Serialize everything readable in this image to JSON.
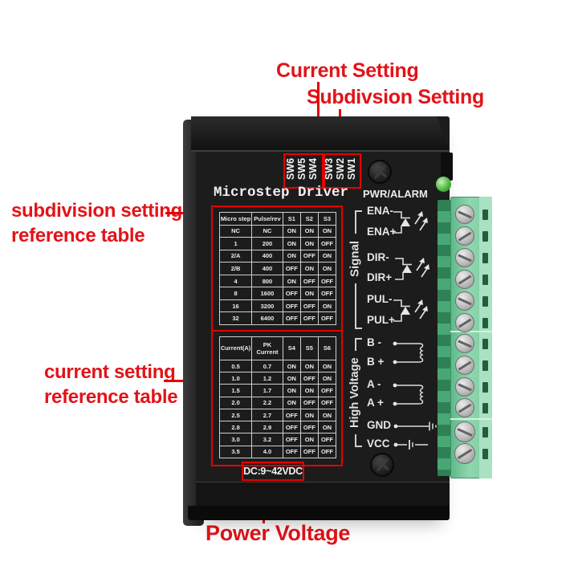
{
  "colors": {
    "annotation_red": "#e21319",
    "highlight_red": "#e60000",
    "led_green": "#46b13c",
    "terminal_green": "#82cda2"
  },
  "annotations": {
    "current_setting": "Current Setting",
    "subdivision_setting": "Subdivsion Setting",
    "subdivision_table_ref": {
      "line1": "subdivision setting",
      "line2": "reference table"
    },
    "current_table_ref": {
      "line1": "current setting",
      "line2": "reference table"
    },
    "power_voltage": "Power Voltage"
  },
  "driver": {
    "title": "Microstep Driver",
    "status_label": "PWR/ALARM",
    "power_rating": "DC:9~42VDC",
    "dip_switch_labels": [
      "SW6",
      "SW5",
      "SW4",
      "SW3",
      "SW2",
      "SW1"
    ],
    "signal_group_label": "Signal",
    "high_voltage_group_label": "High Voltage",
    "signal_pins": [
      "ENA-",
      "ENA+",
      "DIR-",
      "DIR+",
      "PUL-",
      "PUL+"
    ],
    "high_voltage_pins": [
      "B -",
      "B +",
      "A -",
      "A +",
      "GND",
      "VCC"
    ],
    "subdivision_table": {
      "headers": [
        "Micro step",
        "Pulse/rev",
        "S1",
        "S2",
        "S3"
      ],
      "rows": [
        [
          "NC",
          "NC",
          "ON",
          "ON",
          "ON"
        ],
        [
          "1",
          "200",
          "ON",
          "ON",
          "OFF"
        ],
        [
          "2/A",
          "400",
          "ON",
          "OFF",
          "ON"
        ],
        [
          "2/B",
          "400",
          "OFF",
          "ON",
          "ON"
        ],
        [
          "4",
          "800",
          "ON",
          "OFF",
          "OFF"
        ],
        [
          "8",
          "1600",
          "OFF",
          "ON",
          "OFF"
        ],
        [
          "16",
          "3200",
          "OFF",
          "OFF",
          "ON"
        ],
        [
          "32",
          "6400",
          "OFF",
          "OFF",
          "OFF"
        ]
      ]
    },
    "current_table": {
      "headers": [
        "Current(A)",
        "PK Current",
        "S4",
        "S5",
        "S6"
      ],
      "rows": [
        [
          "0.5",
          "0.7",
          "ON",
          "ON",
          "ON"
        ],
        [
          "1.0",
          "1.2",
          "ON",
          "OFF",
          "ON"
        ],
        [
          "1.5",
          "1.7",
          "ON",
          "ON",
          "OFF"
        ],
        [
          "2.0",
          "2.2",
          "ON",
          "OFF",
          "OFF"
        ],
        [
          "2.5",
          "2.7",
          "OFF",
          "ON",
          "ON"
        ],
        [
          "2.8",
          "2.9",
          "OFF",
          "OFF",
          "ON"
        ],
        [
          "3.0",
          "3.2",
          "OFF",
          "ON",
          "OFF"
        ],
        [
          "3.5",
          "4.0",
          "OFF",
          "OFF",
          "OFF"
        ]
      ]
    }
  }
}
